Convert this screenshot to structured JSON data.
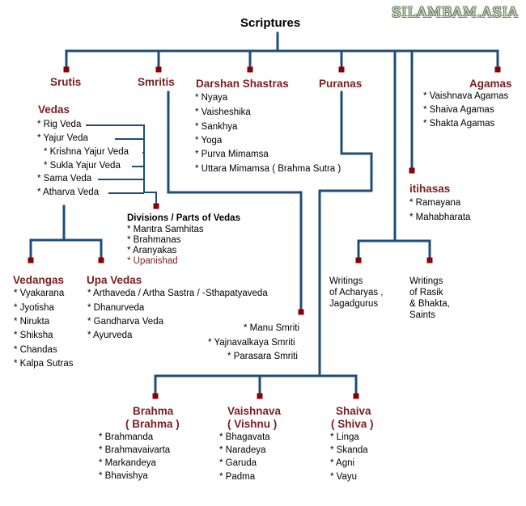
{
  "logo": "SILAMBAM.ASIA",
  "colors": {
    "line": "#1f4d7a",
    "marker": "#8b0000",
    "heading": "#7a2020"
  },
  "root": "Scriptures",
  "srutis": "Srutis",
  "vedas": {
    "title": "Vedas",
    "items": [
      "* Rig Veda",
      "* Yajur Veda",
      "* Krishna Yajur Veda",
      "* Sukla Yajur Veda",
      "* Sama Veda",
      "* Atharva Veda"
    ]
  },
  "divisions": {
    "title": "Divisions / Parts of Vedas",
    "items": [
      "* Mantra Samhitas",
      "* Brahmanas",
      "* Aranyakas"
    ],
    "highlight": "* Upanishad"
  },
  "vedangas": {
    "title": "Vedangas",
    "items": [
      "* Vyakarana",
      "* Jyotisha",
      "* Nirukta",
      "* Shiksha",
      "* Chandas",
      "* Kalpa Sutras"
    ]
  },
  "upavedas": {
    "title": "Upa Vedas",
    "items": [
      "* Arthaveda / Artha Sastra / ◦Sthapatyaveda",
      "* Dhanurveda",
      "* Gandharva Veda",
      "* Ayurveda"
    ]
  },
  "smritis": {
    "title": "Smritis",
    "items": [
      "* Manu Smriti",
      "* Yajnavalkaya Smriti",
      "* Parasara Smriti"
    ]
  },
  "darshan": {
    "title": "Darshan Shastras",
    "items": [
      "* Nyaya",
      "* Vaisheshika",
      "* Sankhya",
      "* Yoga",
      "* Purva Mimamsa",
      "* Uttara Mimamsa ( Brahma Sutra )"
    ]
  },
  "puranas": "Puranas",
  "agamas": {
    "title": "Agamas",
    "items": [
      "* Vaishnava Agamas",
      "* Shaiva Agamas",
      "* Shakta Agamas"
    ]
  },
  "itihasas": {
    "title": "itihasas",
    "items": [
      "* Ramayana",
      "* Mahabharata"
    ]
  },
  "writings_acharyas": "Writings\nof Acharyas ,\nJagadgurus",
  "writings_rasik": "Writings\nof Rasik\n& Bhakta,\nSaints",
  "brahma": {
    "title1": "Brahma",
    "title2": "( Brahma )",
    "items": [
      "* Brahmanda",
      "* Brahmavaivarta",
      "* Markandeya",
      "* Bhavishya"
    ]
  },
  "vaishnava": {
    "title1": "Vaishnava",
    "title2": "( Vishnu )",
    "items": [
      "* Bhagavata",
      "* Naradeya",
      "* Garuda",
      "* Padma"
    ]
  },
  "shaiva": {
    "title1": "Shaiva",
    "title2": "( Shiva )",
    "items": [
      "* Linga",
      "* Skanda",
      "* Agni",
      "* Vayu"
    ]
  }
}
